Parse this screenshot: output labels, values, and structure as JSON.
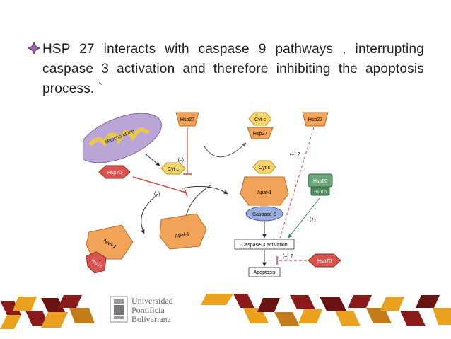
{
  "slide": {
    "bullet_text": "HSP 27 interacts with caspase 9 pathways , interrupting caspase 3 activation and therefore inhibiting the apoptosis process. `",
    "bullet_icon": "diamond-bullet-icon"
  },
  "diagram": {
    "mitochondrion": "Mitochondrion",
    "hsp27_top": "Hsp27",
    "cytc_mid": "Cyt c",
    "cytc_top": "Cyt c",
    "hsp27_complex": "Hsp27",
    "hsp27_right": "Hsp27",
    "hsp70_left": "Hsp70",
    "minus1": "(–)",
    "minus2": "(–)",
    "minus_q": "(–) ?",
    "cytc_apaf": "Cyt c",
    "apaf1_center": "Apaf-1",
    "caspase9": "Caspase-9",
    "hsp60": "Hsp60",
    "hsp10": "Hsp10",
    "plus": "(+)",
    "apaf1_left": "Apaf-1",
    "hsp70_left_bottom": "Hsp70",
    "apaf1_mid": "Apaf-1",
    "caspase3": "Caspase-3 activation",
    "minus_q2": "(–) ?",
    "hsp70_right": "Hsp70",
    "apoptosis": "Apoptosis"
  },
  "footer": {
    "university_line1": "Universidad",
    "university_line2": "Pontificia",
    "university_line3": "Bolivariana"
  },
  "colors": {
    "orange": "#f2a35a",
    "yellow": "#f3d36a",
    "purple": "#b9a6d6",
    "blue": "#9aaee0",
    "green": "#6ba67a",
    "red_inhibit": "#d24b3c",
    "footer_red": "#8a1a1a",
    "footer_gold": "#e9a11e"
  }
}
